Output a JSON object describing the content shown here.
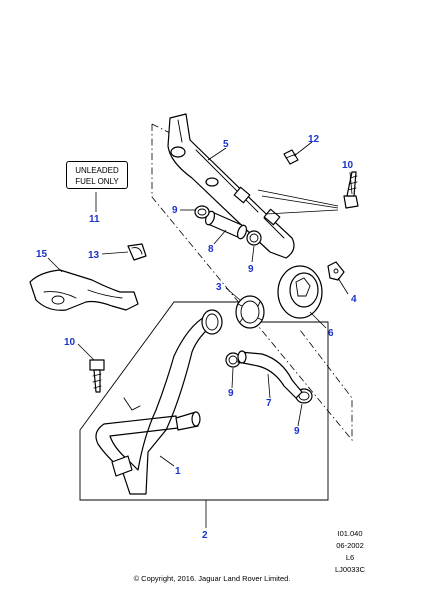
{
  "callouts": {
    "c1": "1",
    "c2": "2",
    "c3": "3",
    "c4": "4",
    "c5": "5",
    "c6": "6",
    "c7": "7",
    "c8": "8",
    "c9a": "9",
    "c9b": "9",
    "c9c": "9",
    "c9d": "9",
    "c10a": "10",
    "c10b": "10",
    "c11": "11",
    "c12": "12",
    "c13": "13",
    "c15": "15"
  },
  "fuel_label": {
    "line1": "UNLEADED",
    "line2": "FUEL ONLY"
  },
  "reference": {
    "id": "I01.040",
    "date": "06-2002",
    "model": "L6",
    "code": "LJ0033C"
  },
  "copyright": "© Copyright, 2016. Jaguar Land Rover Limited.",
  "colors": {
    "callout": "#1a33cc",
    "line": "#000000"
  }
}
